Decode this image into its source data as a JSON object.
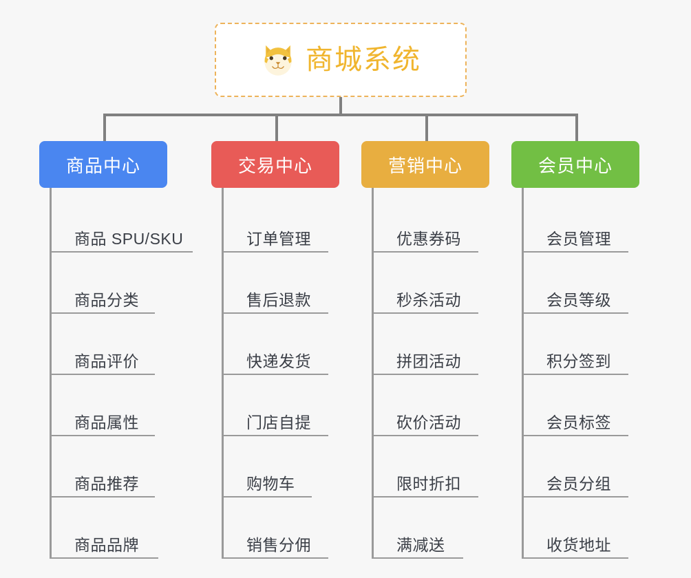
{
  "root": {
    "title": "商城系统",
    "icon": "dog-face-icon",
    "border_color": "#edb35a",
    "text_color": "#f0b52e",
    "background": "#ffffff"
  },
  "canvas": {
    "background": "#f7f7f7",
    "connector_color": "#808080"
  },
  "categories": [
    {
      "label": "商品中心",
      "color": "#4a86f0",
      "items": [
        "商品 SPU/SKU",
        "商品分类",
        "商品评价",
        "商品属性",
        "商品推荐",
        "商品品牌"
      ]
    },
    {
      "label": "交易中心",
      "color": "#e85b57",
      "items": [
        "订单管理",
        "售后退款",
        "快递发货",
        "门店自提",
        "购物车",
        "销售分佣"
      ]
    },
    {
      "label": "营销中心",
      "color": "#e8ae40",
      "items": [
        "优惠券码",
        "秒杀活动",
        "拼团活动",
        "砍价活动",
        "限时折扣",
        "满减送"
      ]
    },
    {
      "label": "会员中心",
      "color": "#72bf44",
      "items": [
        "会员管理",
        "会员等级",
        "积分签到",
        "会员标签",
        "会员分组",
        "收货地址"
      ]
    }
  ]
}
